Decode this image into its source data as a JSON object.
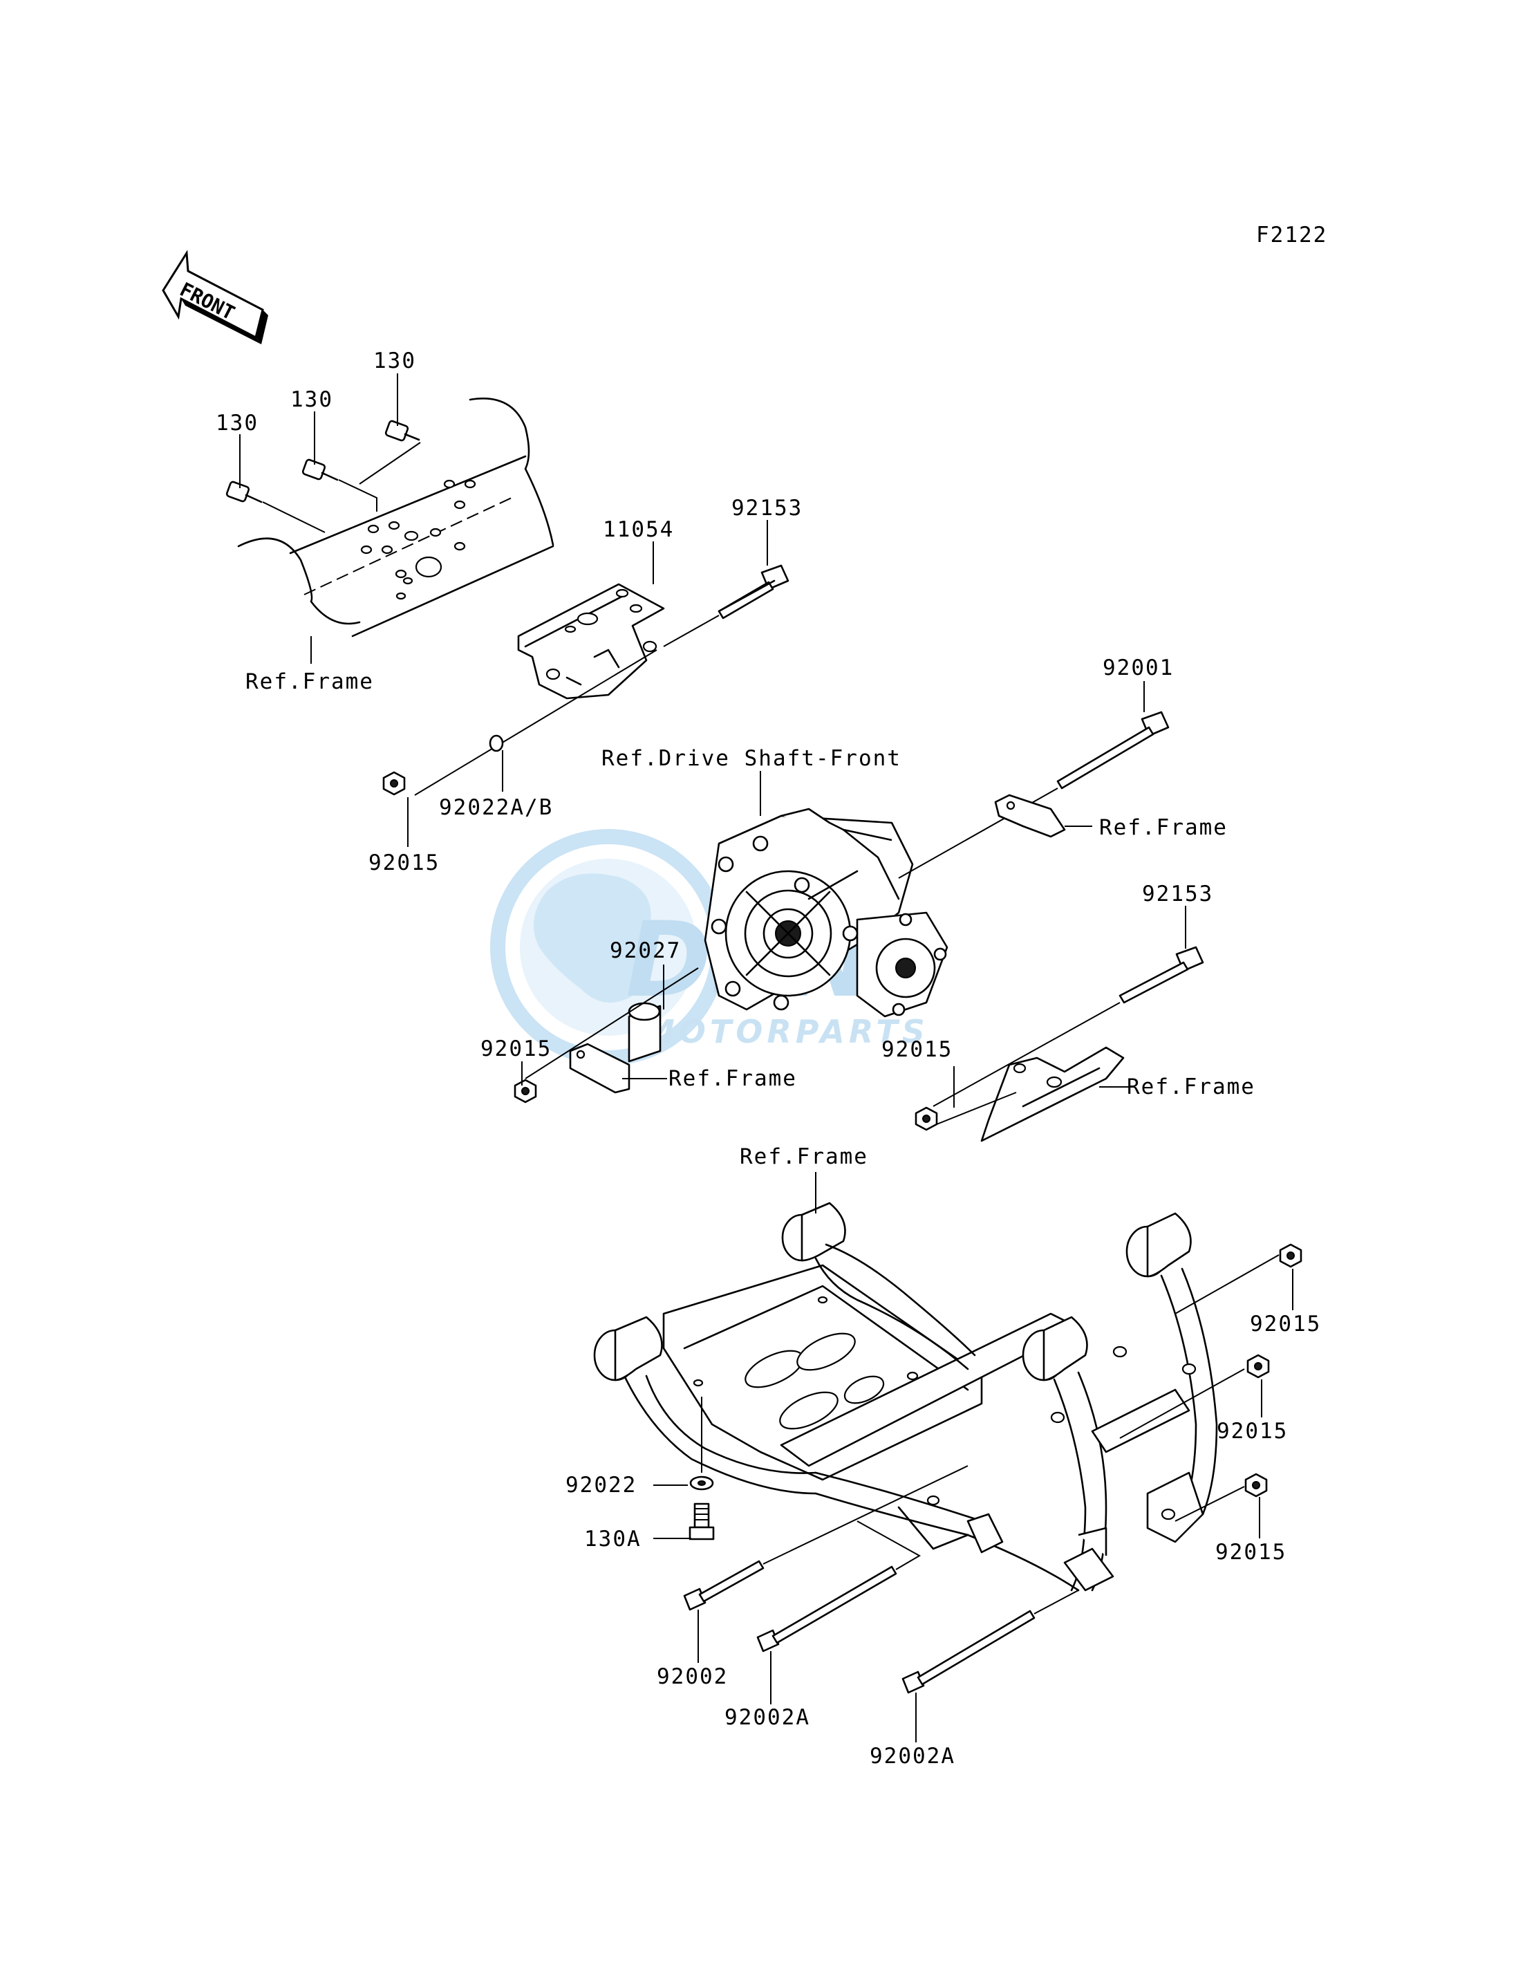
{
  "figure_code": "F2122",
  "front_arrow_text": "FRONT",
  "watermark": {
    "logo_text": "DSN",
    "sub_text": "MOTORPARTS",
    "color": "#8fc3e6"
  },
  "callouts": {
    "p130_a": "130",
    "p130_b": "130",
    "p130_c": "130",
    "p11054": "11054",
    "p92153_top": "92153",
    "ref_frame_1": "Ref.Frame",
    "p92022ab": "92022A/B",
    "p92015_1": "92015",
    "p92001": "92001",
    "ref_drive_shaft": "Ref.Drive Shaft-Front",
    "ref_frame_2": "Ref.Frame",
    "p92153_mid": "92153",
    "p92027": "92027",
    "p92015_2": "92015",
    "ref_frame_3": "Ref.Frame",
    "p92015_3": "92015",
    "ref_frame_4": "Ref.Frame",
    "ref_frame_5": "Ref.Frame",
    "p92015_4": "92015",
    "p92015_5": "92015",
    "p92015_6": "92015",
    "p92022": "92022",
    "p130A": "130A",
    "p92002": "92002",
    "p92002A_1": "92002A",
    "p92002A_2": "92002A"
  }
}
